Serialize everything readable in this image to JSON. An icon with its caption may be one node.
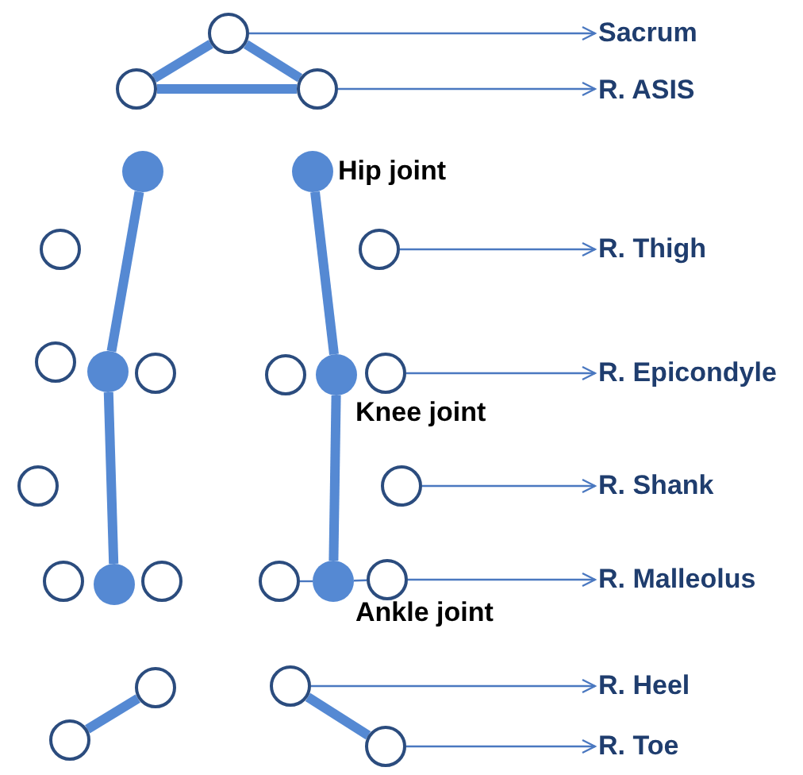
{
  "diagram": {
    "nodes": [
      {
        "text": [],
        "shape": "circle"
      },
      {
        "text": [
          "Sacrum"
        ]
      },
      {
        "text": [],
        "shape": "circle"
      },
      {
        "text": [],
        "shape": "circle"
      },
      {
        "text": [
          "R. ASIS"
        ]
      },
      {
        "text": [],
        "shape": "dot"
      },
      {
        "text": [],
        "shape": "dot",
        "beside": [
          "Hip joint"
        ]
      },
      {
        "text": [],
        "shape": "circle"
      },
      {
        "text": [],
        "shape": "circle"
      },
      {
        "text": [
          "R. Thigh"
        ]
      },
      {
        "text": [],
        "shape": "circle"
      },
      {
        "text": [],
        "shape": "dot"
      },
      {
        "text": [],
        "shape": "circle"
      },
      {
        "text": [],
        "shape": "circle"
      },
      {
        "text": [],
        "shape": "dot",
        "beside": [
          "Knee joint"
        ]
      },
      {
        "text": [],
        "shape": "circle"
      },
      {
        "text": [
          "R. Epicondyle"
        ]
      },
      {
        "text": [],
        "shape": "circle"
      },
      {
        "text": [],
        "shape": "circle"
      },
      {
        "text": [
          "R. Shank"
        ]
      },
      {
        "text": [],
        "shape": "circle"
      },
      {
        "text": [],
        "shape": "dot"
      },
      {
        "text": [],
        "shape": "circle"
      },
      {
        "text": [],
        "shape": "circle"
      },
      {
        "text": [],
        "shape": "dot",
        "beside": [
          "Ankle joint"
        ]
      },
      {
        "text": [],
        "shape": "circle"
      },
      {
        "text": [
          "R. Malleolus"
        ]
      },
      {
        "text": [],
        "shape": "circle"
      },
      {
        "text": [],
        "shape": "circle"
      },
      {
        "text": [
          "R. Heel"
        ]
      },
      {
        "text": [],
        "shape": "circle"
      },
      {
        "text": [],
        "shape": "circle"
      },
      {
        "text": [
          "R. Toe"
        ]
      }
    ],
    "edges": [
      {
        "from": 0,
        "to": 1,
        "arrow": "to"
      },
      {
        "from": 0,
        "to": 2,
        "arrow": "none",
        "style": "thick"
      },
      {
        "from": 0,
        "to": 3,
        "arrow": "none",
        "style": "thick"
      },
      {
        "from": 2,
        "to": 3,
        "arrow": "none",
        "style": "thick"
      },
      {
        "from": 3,
        "to": 4,
        "arrow": "to"
      },
      {
        "from": 5,
        "to": 11,
        "arrow": "none",
        "style": "thick"
      },
      {
        "from": 6,
        "to": 14,
        "arrow": "none",
        "style": "thick"
      },
      {
        "from": 8,
        "to": 9,
        "arrow": "to"
      },
      {
        "from": 11,
        "to": 21,
        "arrow": "none",
        "style": "thick"
      },
      {
        "from": 14,
        "to": 24,
        "arrow": "none",
        "style": "thick"
      },
      {
        "from": 15,
        "to": 16,
        "arrow": "to"
      },
      {
        "from": 18,
        "to": 19,
        "arrow": "to"
      },
      {
        "from": 25,
        "to": 26,
        "arrow": "to"
      },
      {
        "from": 23,
        "to": 24,
        "arrow": "none"
      },
      {
        "from": 24,
        "to": 25,
        "arrow": "none"
      },
      {
        "from": 27,
        "to": 30,
        "arrow": "none",
        "style": "thick"
      },
      {
        "from": 28,
        "to": 31,
        "arrow": "none",
        "style": "thick"
      },
      {
        "from": 28,
        "to": 29,
        "arrow": "to"
      },
      {
        "from": 31,
        "to": 32,
        "arrow": "to"
      }
    ]
  }
}
